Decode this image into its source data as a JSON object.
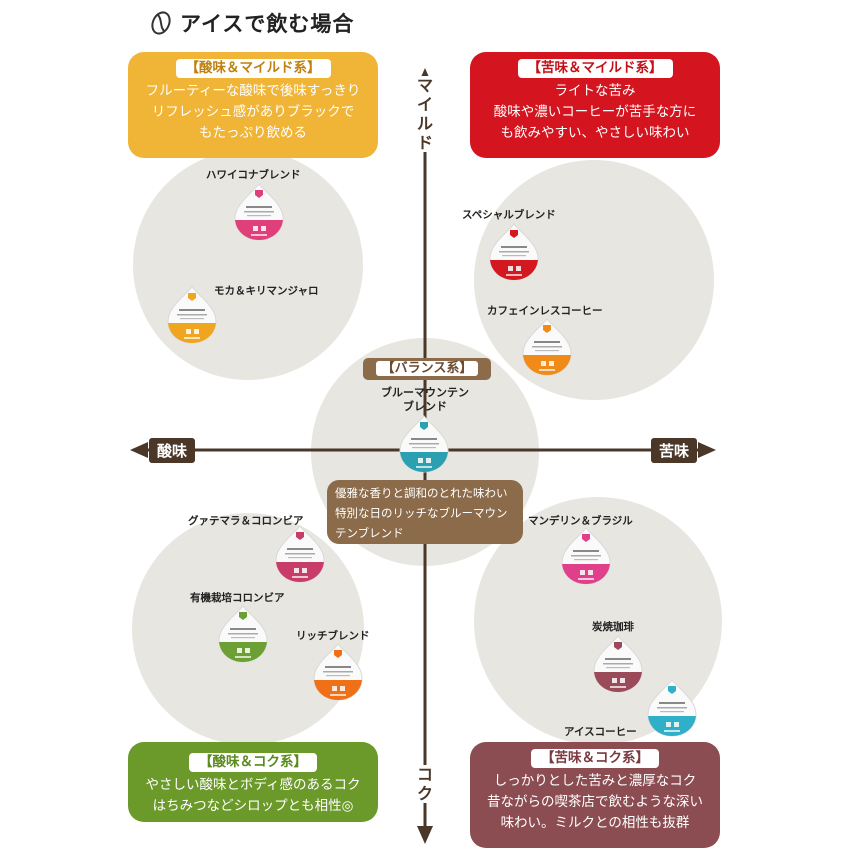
{
  "title": "アイスで飲む場合",
  "axes": {
    "top": "マイルド",
    "bottom": "コク",
    "left": "酸味",
    "right": "苦味"
  },
  "quadrants": {
    "acid_mild": {
      "header": "【酸味＆マイルド系】",
      "lines": [
        "フルーティーな酸味で後味すっきり",
        "リフレッシュ感がありブラックで",
        "もたっぷり飲める"
      ],
      "color": "#f0b436"
    },
    "bitter_mild": {
      "header": "【苦味＆マイルド系】",
      "lines": [
        "ライトな苦み",
        "酸味や濃いコーヒーが苦手な方に",
        "も飲みやすい、やさしい味わい"
      ],
      "color": "#d4141f"
    },
    "acid_koku": {
      "header": "【酸味＆コク系】",
      "lines": [
        "やさしい酸味とボディ感のあるコク",
        "はちみつなどシロップとも相性◎"
      ],
      "color": "#6b9a2a"
    },
    "bitter_koku": {
      "header": "【苦味＆コク系】",
      "lines": [
        "しっかりとした苦みと濃厚なコク",
        "昔ながらの喫茶店で飲むような深い",
        "味わい。ミルクとの相性も抜群"
      ],
      "color": "#8c4d52"
    }
  },
  "balance": {
    "header": "【バランス系】",
    "product_line1": "ブルーマウンテン",
    "product_line2": "ブレンド",
    "desc_lines": [
      "優雅な香りと調和のとれた味わい",
      "特別な日のリッチなブルーマウン",
      "テンブレンド"
    ]
  },
  "products": {
    "hawaii_kona": {
      "label": "ハワイコナブレンド",
      "color": "#e0407a"
    },
    "mocha_kilimanjaro": {
      "label": "モカ＆キリマンジャロ",
      "color": "#f0a520"
    },
    "special_blend": {
      "label": "スペシャルブレンド",
      "color": "#d41820"
    },
    "decaf": {
      "label": "カフェインレスコーヒー",
      "color": "#f08a18"
    },
    "blue_mountain": {
      "label": "ブルーマウンテンブレンド",
      "color": "#2aa0b0"
    },
    "guatemala_colombia": {
      "label": "グァテマラ＆コロンビア",
      "color": "#c83c6a"
    },
    "organic_colombia": {
      "label": "有機栽培コロンビア",
      "color": "#6ca034"
    },
    "rich_blend": {
      "label": "リッチブレンド",
      "color": "#f07018"
    },
    "mandheling_brazil": {
      "label": "マンデリン＆ブラジル",
      "color": "#e0408a"
    },
    "sumiyaki": {
      "label": "炭焼珈琲",
      "color": "#9a4a58"
    },
    "ice_coffee": {
      "label": "アイスコーヒー",
      "color": "#30b0c8"
    }
  }
}
